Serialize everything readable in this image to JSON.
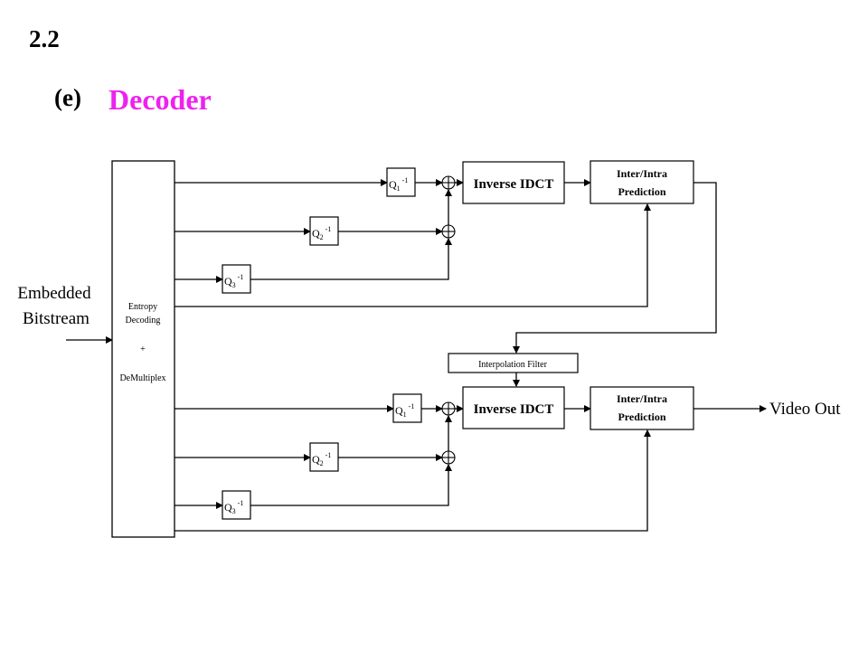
{
  "header": {
    "section_number": "2.2",
    "subpart": "(e)",
    "title": "Decoder",
    "title_color": "#ee22ee"
  },
  "diagram": {
    "input_label_line1": "Embedded",
    "input_label_line2": "Bitstream",
    "output_label": "Video Out",
    "demux": {
      "line1": "Entropy",
      "line2": "Decoding",
      "line3": "+",
      "line4": "DeMultiplex"
    },
    "q_symbol": "Q",
    "q_superscript": "-1",
    "q1_sub": "1",
    "q2_sub": "2",
    "q3_sub": "3",
    "idct_label": "Inverse IDCT",
    "prediction_line1": "Inter/Intra",
    "prediction_line2": "Prediction",
    "interpolation_label": "Interpolation Filter"
  }
}
